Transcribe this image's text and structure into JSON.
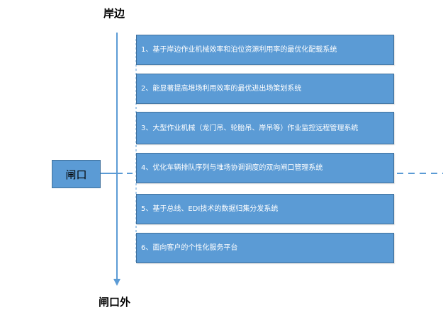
{
  "axis": {
    "top_label": "岸边",
    "bottom_label": "闸口外"
  },
  "gate": {
    "label": "闸口"
  },
  "steps": [
    "1、基于岸边作业机械效率和泊位资源利用率的最优化配载系统",
    "2、能显著提高堆场利用效率的最优进出场策划系统",
    "3、大型作业机械（龙门吊、轮胎吊、岸吊等）作业监控远程管理系统",
    "4、优化车辆排队序列与堆场协调调度的双向闸口管理系统",
    "5、基于总线、EDI技术的数据归集分发系统",
    "6、面向客户的个性化服务平台"
  ],
  "colors": {
    "box_fill": "#5b9bd5",
    "box_border": "#41719c",
    "line": "#5b9bd5"
  }
}
